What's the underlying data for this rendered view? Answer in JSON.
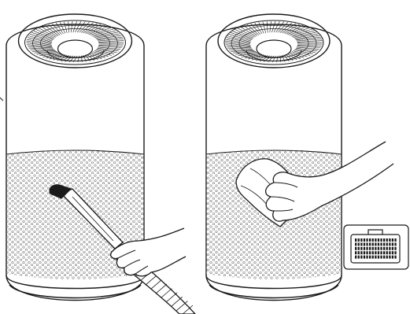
{
  "figure": {
    "panels": [
      {
        "id": "left",
        "action": "brush-vacuum"
      },
      {
        "id": "right",
        "action": "cloth-wipe"
      }
    ],
    "inset": {
      "subject": "sensor-grille"
    },
    "colors": {
      "line": "#1a1a1a",
      "dots": "#6d6d6d",
      "brush_tip": "#1a1a1a"
    }
  }
}
